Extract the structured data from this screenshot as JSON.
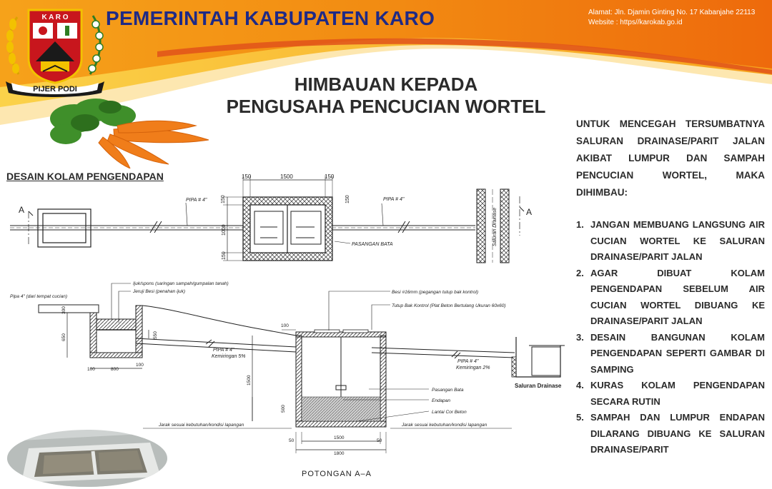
{
  "header": {
    "logo_top_text": "K A R O",
    "logo_bottom_text": "PIJER PODI",
    "title": "PEMERINTAH KABUPATEN KARO",
    "address": "Alamat: Jln. Djamin Ginting No. 17 Kabanjahe 22113",
    "website": "Website : https//karokab.go.id",
    "colors": {
      "orange": "#f07a10",
      "navy": "#1f2a86"
    }
  },
  "headline": {
    "line1": "HIMBAUAN KEPADA",
    "line2": "PENGUSAHA PENCUCIAN WORTEL"
  },
  "drawing": {
    "section_title": "DESAIN KOLAM PENGENDAPAN",
    "plan": {
      "section_mark": "A",
      "dim_150": "150",
      "dim_1500": "1500",
      "dim_1000": "1000",
      "pipe_label": "PIPA # 4\"",
      "brick_label": "PASANGAN BATA",
      "drain_label": "Saluran Drainase"
    },
    "section": {
      "pipe_from": "Pipa 4\" (dari tempat cucian)",
      "ijuk": "Ijuk/spons (saringan sampah/gumpalan tanah)",
      "jeruji": "Jeruji Besi (penahan ijuk)",
      "besi": "Besi #16mm (pegangan tutup bak kontrol)",
      "tutup": "Tutup Bak Kontrol (Plat Beton Bertulang Ukuran 60x60)",
      "pipe_left": "PIPA # 4\"",
      "slope_left": "Kemiringan 5%",
      "pipe_right": "PIPA # 4\"",
      "slope_right": "Kemiringan 2%",
      "dim_300": "300",
      "dim_650": "650",
      "dim_550": "550",
      "dim_100": "100",
      "dim_800": "800",
      "dim_1500v": "1500",
      "dim_500": "500",
      "dim_1500h": "1500",
      "dim_1800": "1800",
      "dim_50": "50",
      "pasangan_bata": "Pasangan Bata",
      "endapan": "Endapan",
      "lantai": "Lantai Cor Beton",
      "jarak": "Jarak sesuai kebutuhan/kondisi lapangan",
      "saluran": "Saluran Drainase",
      "title": "POTONGAN A–A"
    }
  },
  "right": {
    "intro": "UNTUK MENCEGAH TERSUMBATNYA SALURAN DRAINASE/PARIT JALAN AKIBAT LUMPUR DAN SAMPAH PENCUCIAN WORTEL, MAKA DIHIMBAU:",
    "items": [
      {
        "num": "1.",
        "text": "JANGAN MEMBUANG LANGSUNG AIR CUCIAN WORTEL KE SALURAN DRAINASE/PARIT JALAN"
      },
      {
        "num": "2.",
        "text": "AGAR DIBUAT KOLAM PENGENDAPAN SEBELUM AIR CUCIAN WORTEL DIBUANG KE DRAINASE/PARIT JALAN"
      },
      {
        "num": "3.",
        "text": "DESAIN BANGUNAN KOLAM PENGENDAPAN SEPERTI GAMBAR DI SAMPING"
      },
      {
        "num": "4.",
        "text": "KURAS KOLAM PENGENDAPAN SECARA RUTIN"
      },
      {
        "num": "5.",
        "text": "SAMPAH DAN LUMPUR ENDAPAN DILARANG DIBUANG KE SALURAN DRAINASE/PARIT"
      }
    ]
  }
}
